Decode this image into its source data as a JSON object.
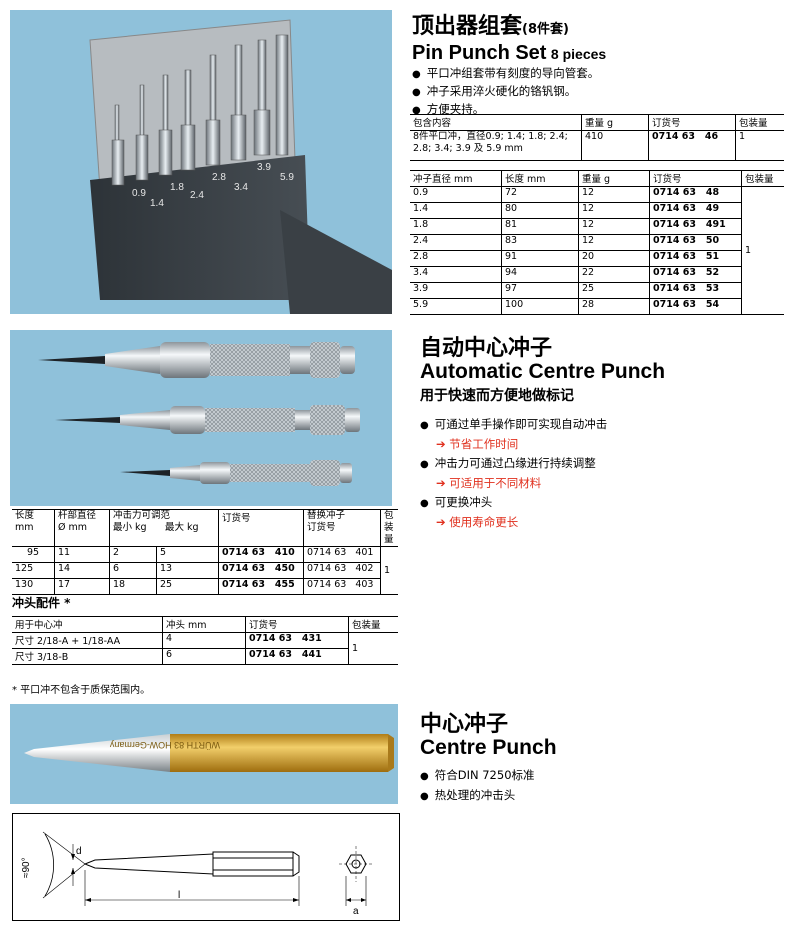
{
  "pin": {
    "title_cn": "顶出器组套",
    "title_suffix": "(8件套)",
    "title_en": "Pin Punch Set",
    "pieces": "8 pieces",
    "bullets": [
      "平口冲组套带有刻度的导向管套。",
      "冲子采用淬火硬化的铬钒钢。",
      "方便夹持。"
    ],
    "photo_labels": [
      "0.9",
      "1.4",
      "1.8",
      "2.4",
      "2.8",
      "3.4",
      "3.9",
      "5.9"
    ],
    "set_table": {
      "headers": [
        "包含内容",
        "重量 g",
        "订货号",
        "包装量"
      ],
      "content": "8件平口冲，直径0.9; 1.4; 1.8; 2.4; 2.8; 3.4; 3.9 及 5.9 mm",
      "weight": "410",
      "order_no": "0714 63   46",
      "qty": "1"
    },
    "single_table": {
      "headers": [
        "冲子直径 mm",
        "长度 mm",
        "重量 g",
        "订货号",
        "包装量"
      ],
      "rows": [
        [
          "0.9",
          "72",
          "12",
          "0714 63   48"
        ],
        [
          "1.4",
          "80",
          "12",
          "0714 63   49"
        ],
        [
          "1.8",
          "81",
          "12",
          "0714 63   491"
        ],
        [
          "2.4",
          "83",
          "12",
          "0714 63   50"
        ],
        [
          "2.8",
          "91",
          "20",
          "0714 63   51"
        ],
        [
          "3.4",
          "94",
          "22",
          "0714 63   52"
        ],
        [
          "3.9",
          "97",
          "25",
          "0714 63   53"
        ],
        [
          "5.9",
          "100",
          "28",
          "0714 63   54"
        ]
      ],
      "qty": "1"
    }
  },
  "auto": {
    "title_cn": "自动中心冲子",
    "title_en": "Automatic Centre Punch",
    "subtitle": "用于快速而方便地做标记",
    "bullets": [
      {
        "text": "可通过单手操作即可实现自动冲击",
        "sub": "➔ 节省工作时间"
      },
      {
        "text": "冲击力可通过凸缘进行持续调整",
        "sub": "➔ 可适用于不同材料"
      },
      {
        "text": "可更换冲头",
        "sub": "➔ 使用寿命更长"
      }
    ],
    "table": {
      "h_len": "长度",
      "h_len_unit": "mm",
      "h_dia": "杆部直径",
      "h_dia_unit": "Ø mm",
      "h_force": "冲击力可调范",
      "h_min": "最小 kg",
      "h_max": "最大 kg",
      "h_order": "订货号",
      "h_rep1": "替换冲子",
      "h_rep2": "订货号",
      "h_qty1": "包装",
      "h_qty2": "量",
      "rows": [
        [
          "95",
          "11",
          "2",
          "5",
          "0714 63   410",
          "0714 63   401"
        ],
        [
          "125",
          "14",
          "6",
          "13",
          "0714 63   450",
          "0714 63   402"
        ],
        [
          "130",
          "17",
          "18",
          "25",
          "0714 63   455",
          "0714 63   403"
        ]
      ],
      "qty": "1"
    },
    "acc_title": "冲头配件 *",
    "acc_table": {
      "headers": [
        "用于中心冲",
        "冲头 mm",
        "订货号",
        "包装量"
      ],
      "rows": [
        [
          "尺寸 2/18-A + 1/18-AA",
          "4",
          "0714 63   431"
        ],
        [
          "尺寸 3/18-B",
          "6",
          "0714 63   441"
        ]
      ],
      "qty": "1"
    },
    "footnote": "* 平口冲不包含于质保范围内。"
  },
  "centre": {
    "title_cn": "中心冲子",
    "title_en": "Centre Punch",
    "bullets": [
      "符合DIN 7250标准",
      "热处理的冲击头"
    ],
    "engraving": "WÜRTH 83 HOW-Germany",
    "dim_angle": "≈90°",
    "dim_d": "d",
    "dim_l": "l",
    "dim_a": "a"
  },
  "colors": {
    "photo_bg": "#8fc1da",
    "arrow": "#e0301e",
    "gold": "#d9a93a"
  }
}
